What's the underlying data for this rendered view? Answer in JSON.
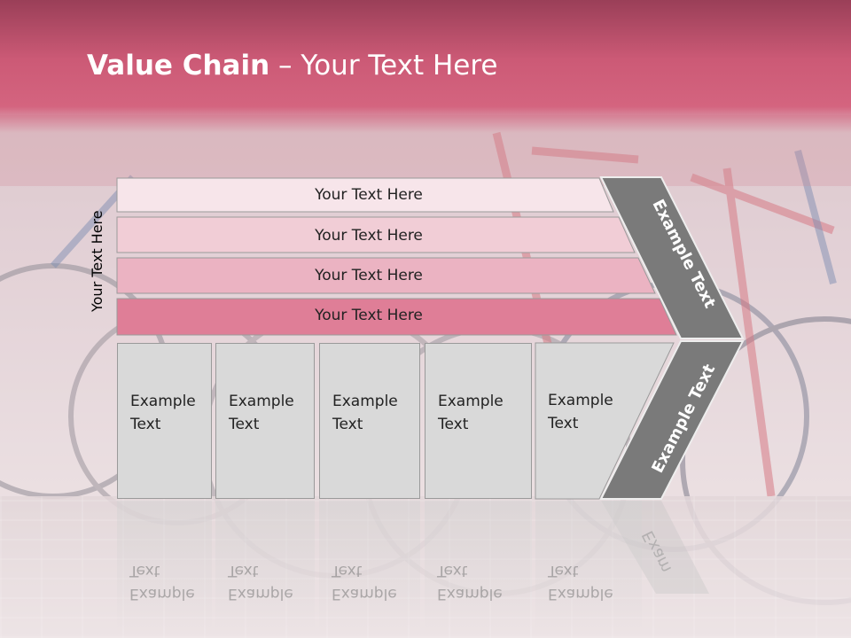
{
  "slide": {
    "title_bold": "Value Chain",
    "title_rest": " – Your Text Here",
    "side_label": "Your Text Here",
    "support_bars": [
      {
        "label": "Your Text Here",
        "color": "#f7e5ea"
      },
      {
        "label": "Your Text Here",
        "color": "#f1cdd6"
      },
      {
        "label": "Your Text Here",
        "color": "#ebb3c2"
      },
      {
        "label": "Your Text Here",
        "color": "#df7e97"
      }
    ],
    "primary_boxes": [
      {
        "line1": "Example",
        "line2": "Text"
      },
      {
        "line1": "Example",
        "line2": "Text"
      },
      {
        "line1": "Example",
        "line2": "Text"
      },
      {
        "line1": "Example",
        "line2": "Text"
      },
      {
        "line1": "Example",
        "line2": "Text"
      }
    ],
    "margin_upper": "Example Text",
    "margin_lower": "Example Text",
    "reflection_text": "Exam"
  },
  "colors": {
    "header": "#cc5a76",
    "chevron": "#7a7a7a",
    "box": "#d9d9d9"
  }
}
